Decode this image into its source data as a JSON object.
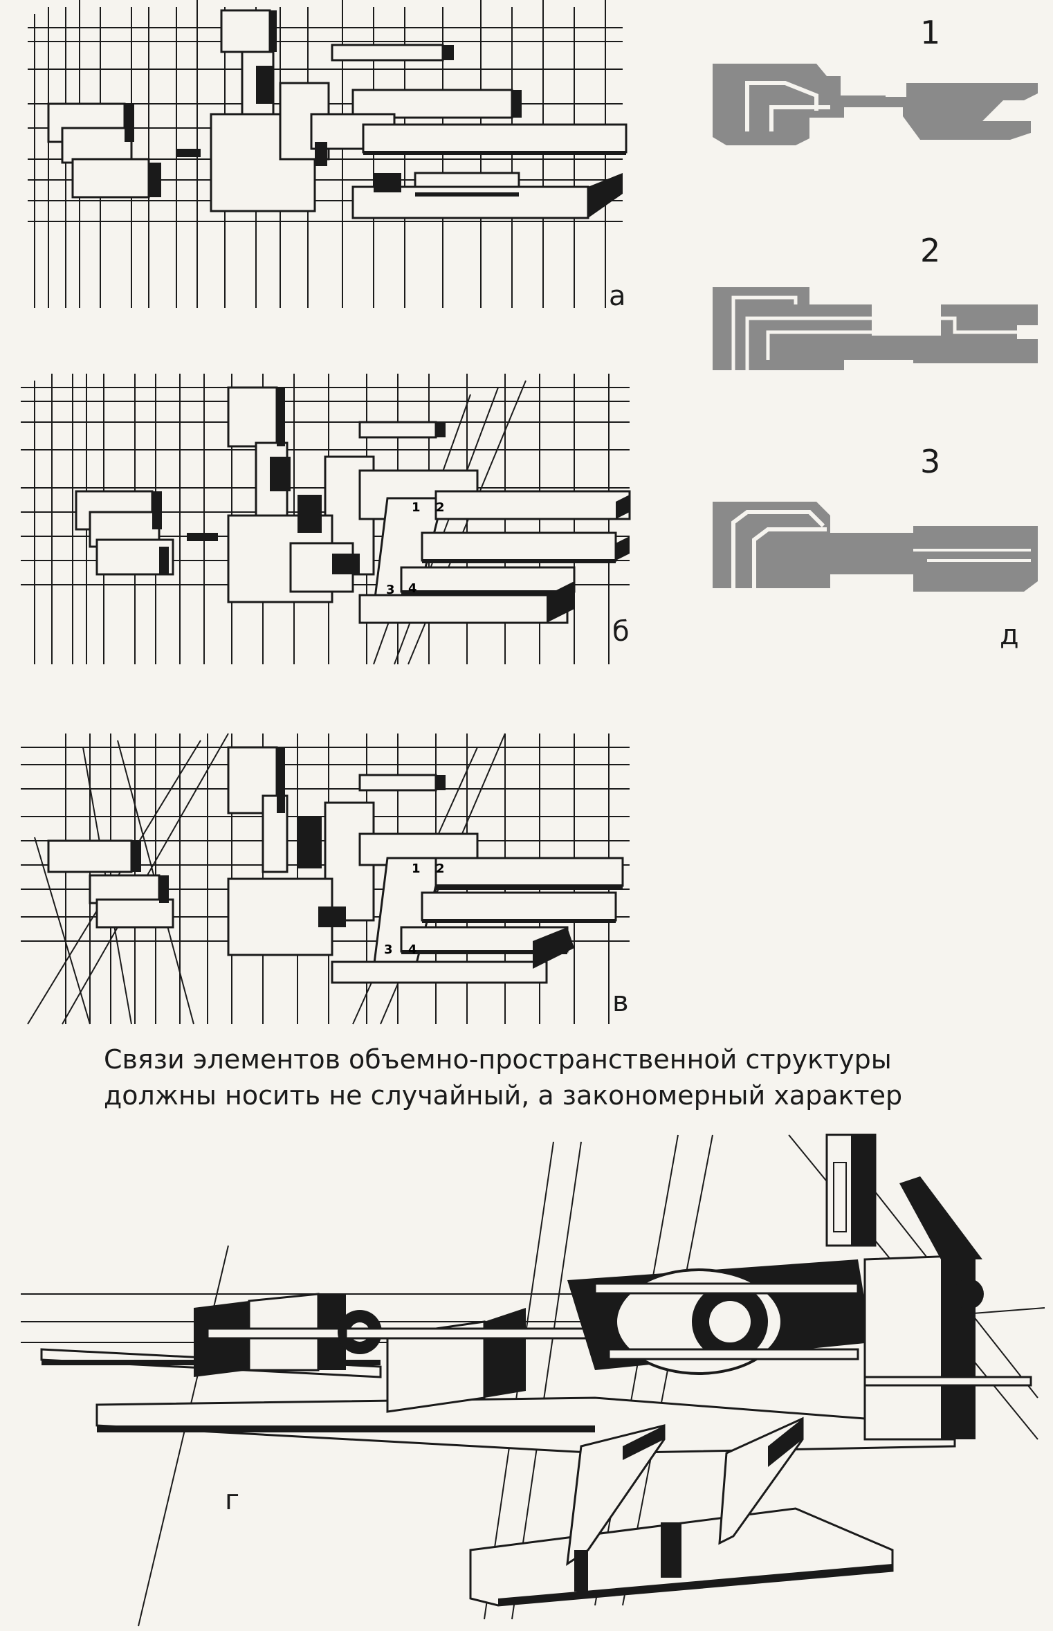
{
  "labels": {
    "a": "а",
    "b": "б",
    "v": "в",
    "g": "г",
    "d": "д"
  },
  "profiles": {
    "one": "1",
    "two": "2",
    "three": "3"
  },
  "face_numbers": {
    "n1": "1",
    "n2": "2",
    "n3": "3",
    "n4": "4"
  },
  "caption": {
    "line1": "Связи элементов объемно-пространственной структуры",
    "line2": "должны носить не случайный, а закономерный характер"
  },
  "colors": {
    "ink": "#1a1a1a",
    "profile_gray": "#8a8a8a",
    "paper": "#f6f4ef"
  }
}
